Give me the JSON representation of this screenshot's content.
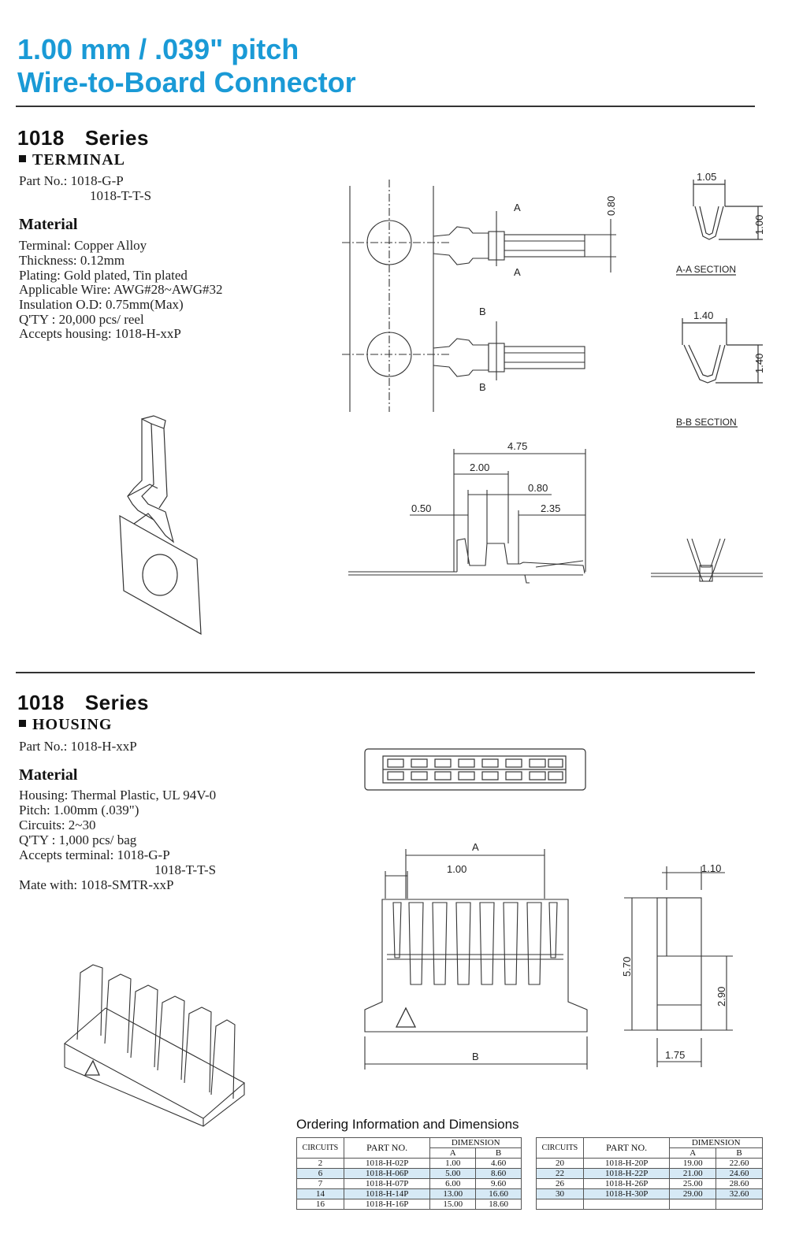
{
  "header": {
    "title_line1": "1.00 mm / .039\" pitch",
    "title_line2": "Wire-to-Board Connector"
  },
  "terminal": {
    "series_num": "1018",
    "series_word": "Series",
    "section": "TERMINAL",
    "part_no_line1": "Part No.: 1018-G-P",
    "part_no_line2": "1018-T-T-S",
    "material_heading": "Material",
    "material": [
      "Terminal: Copper Alloy",
      "Thickness: 0.12mm",
      "Plating: Gold plated, Tin plated",
      "Applicable Wire: AWG#28~AWG#32",
      "Insulation O.D: 0.75mm(Max)",
      "Q'TY : 20,000 pcs/ reel",
      "Accepts housing: 1018-H-xxP"
    ],
    "dims": {
      "d080_top": "0.80",
      "a": "A",
      "b": "B",
      "d105": "1.05",
      "d100": "1.00",
      "aa_section": "A-A SECTION",
      "d140_w": "1.40",
      "d140_h": "1.40",
      "bb_section": "B-B SECTION",
      "d475": "4.75",
      "d200": "2.00",
      "d080": "0.80",
      "d050": "0.50",
      "d235": "2.35"
    }
  },
  "housing": {
    "series_num": "1018",
    "series_word": "Series",
    "section": "HOUSING",
    "part_no": "Part No.: 1018-H-xxP",
    "material_heading": "Material",
    "material": [
      "Housing: Thermal Plastic, UL 94V-0",
      "Pitch: 1.00mm (.039\")",
      "Circuits: 2~30",
      "Q'TY : 1,000 pcs/ bag",
      "Accepts terminal: 1018-G-P",
      "1018-T-T-S",
      "Mate with: 1018-SMTR-xxP"
    ],
    "dims": {
      "a": "A",
      "d100": "1.00",
      "b": "B",
      "d110": "1.10",
      "d570": "5.70",
      "d290": "2.90",
      "d175": "1.75"
    }
  },
  "ordering": {
    "title": "Ordering Information and Dimensions",
    "col_circuits": "CIRCUITS",
    "col_part": "PART NO.",
    "col_dimension": "DIMENSION",
    "col_a": "A",
    "col_b": "B",
    "left_rows": [
      [
        "2",
        "1018-H-02P",
        "1.00",
        "4.60"
      ],
      [
        "6",
        "1018-H-06P",
        "5.00",
        "8.60"
      ],
      [
        "7",
        "1018-H-07P",
        "6.00",
        "9.60"
      ],
      [
        "14",
        "1018-H-14P",
        "13.00",
        "16.60"
      ],
      [
        "16",
        "1018-H-16P",
        "15.00",
        "18.60"
      ]
    ],
    "right_rows": [
      [
        "20",
        "1018-H-20P",
        "19.00",
        "22.60"
      ],
      [
        "22",
        "1018-H-22P",
        "21.00",
        "24.60"
      ],
      [
        "26",
        "1018-H-26P",
        "25.00",
        "28.60"
      ],
      [
        "30",
        "1018-H-30P",
        "29.00",
        "32.60"
      ],
      [
        "",
        "",
        "",
        ""
      ]
    ]
  }
}
